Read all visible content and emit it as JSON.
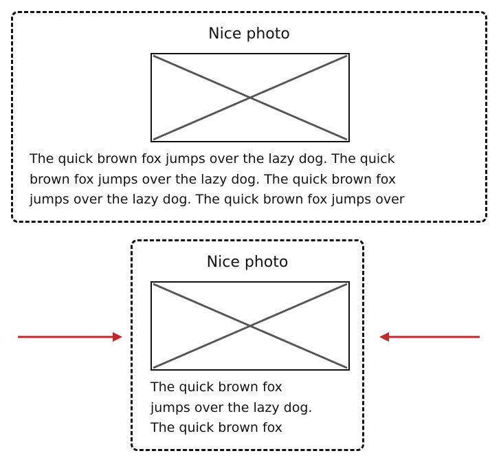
{
  "cards": [
    {
      "title": "Nice photo",
      "body_lines": [
        "The quick brown fox jumps over the lazy dog. The quick",
        "brown fox jumps over the lazy dog. The quick brown fox",
        "jumps over the lazy dog. The quick brown fox jumps over"
      ]
    },
    {
      "title": "Nice photo",
      "body_lines": [
        "The quick brown fox",
        "jumps over the lazy dog.",
        "The quick brown fox"
      ]
    }
  ],
  "colors": {
    "border": "#111111",
    "placeholder_cross": "#555555",
    "arrow": "#c62828"
  },
  "icons": {
    "photo_placeholder": "image-placeholder-icon",
    "left_arrow": "arrow-right-icon",
    "right_arrow": "arrow-left-icon"
  }
}
